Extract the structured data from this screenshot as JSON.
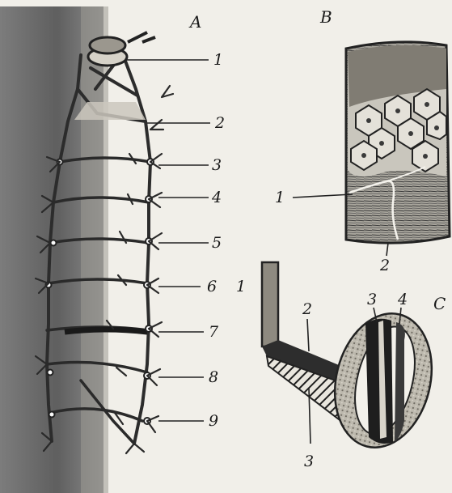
{
  "panels": {
    "a": "A",
    "b": "B",
    "c": "C"
  },
  "panel_a_labels": [
    "1",
    "2",
    "3",
    "4",
    "5",
    "6",
    "7",
    "8",
    "9"
  ],
  "panel_b_labels": [
    "1",
    "2"
  ],
  "panel_c_labels": [
    "1",
    "2",
    "3",
    "3",
    "4"
  ]
}
